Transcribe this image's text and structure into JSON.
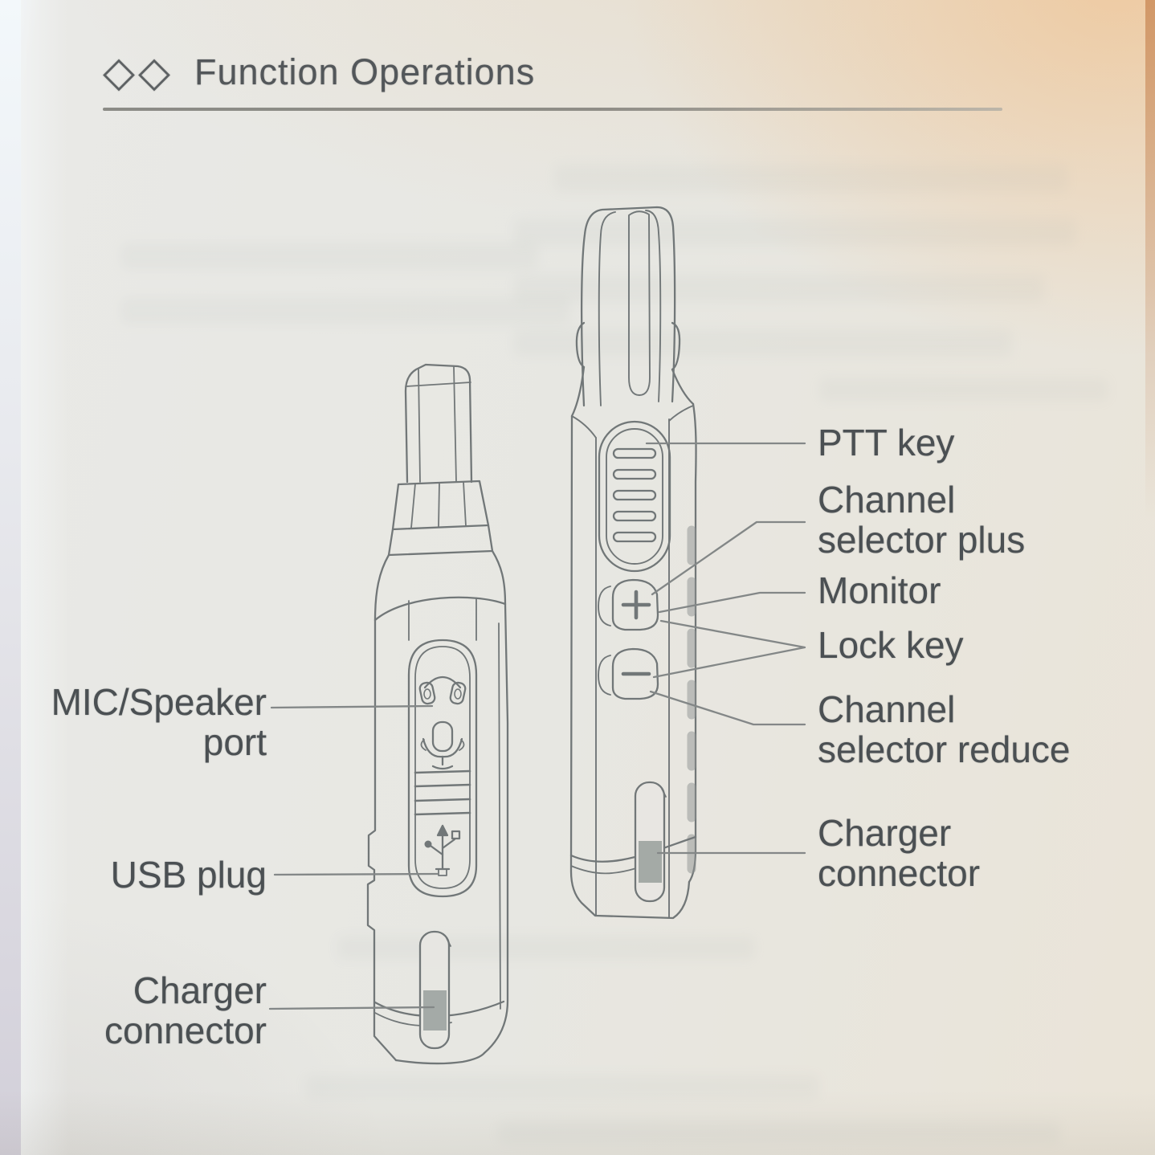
{
  "page": {
    "heading_prefix": "◇◇",
    "heading": "Function Operations"
  },
  "diagram": {
    "description": "Side views of a two-way radio (walkie-talkie) with labeled parts",
    "colors": {
      "line": "#686e70",
      "leader_line": "#7b7f80",
      "text": "#4b5053",
      "charger_contact": "#9fa5a2",
      "paper": "#e8e7e3"
    }
  },
  "callouts": {
    "right": [
      {
        "id": "ptt",
        "text": "PTT key"
      },
      {
        "id": "channel_plus",
        "text": "Channel\nselector plus"
      },
      {
        "id": "monitor",
        "text": "Monitor"
      },
      {
        "id": "lock",
        "text": "Lock key"
      },
      {
        "id": "channel_reduce",
        "text": "Channel\nselector reduce"
      },
      {
        "id": "charger_right",
        "text": "Charger\nconnector"
      }
    ],
    "left": [
      {
        "id": "mic_speaker",
        "text": "MIC/Speaker\nport"
      },
      {
        "id": "usb_plug",
        "text": "USB plug"
      },
      {
        "id": "charger_left",
        "text": "Charger\nconnector"
      }
    ]
  }
}
